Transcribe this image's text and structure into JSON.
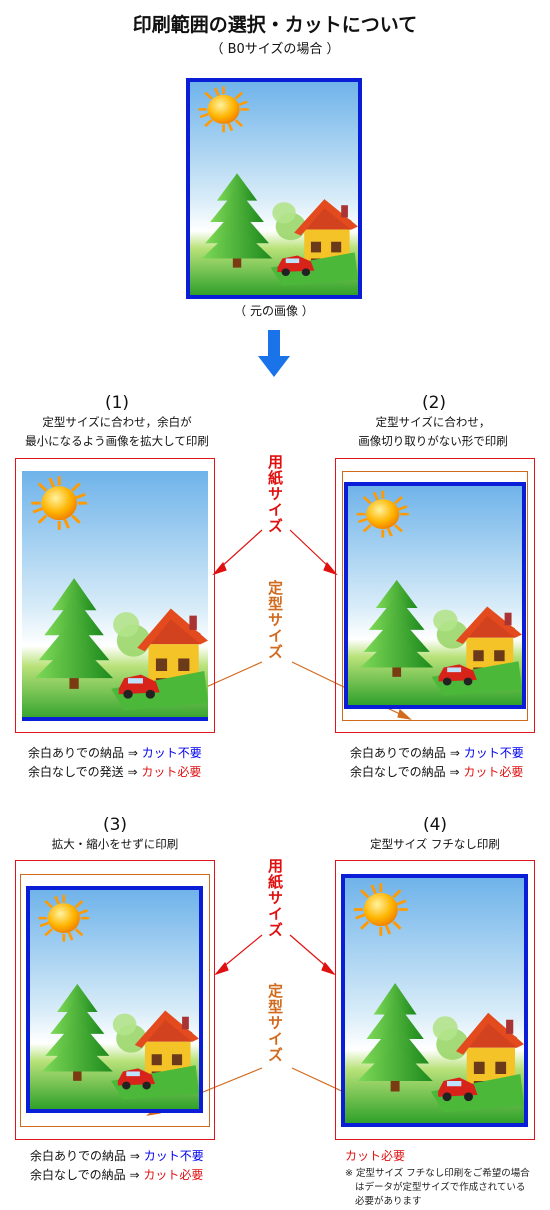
{
  "header": {
    "title": "印刷範囲の選択・カットについて",
    "subtitle": "（ B0サイズの場合 ）"
  },
  "original": {
    "caption": "（ 元の画像 ）"
  },
  "labels": {
    "paper_size": "用紙サイズ",
    "standard_size": "定型サイズ"
  },
  "panels": [
    {
      "number": "(1)",
      "description": [
        "定型サイズに合わせ，余白が",
        "最小になるよう画像を拡大して印刷"
      ],
      "notes": [
        {
          "prefix": "余白ありでの納品 ⇒ ",
          "value": "カット不要",
          "color": "#0000ee"
        },
        {
          "prefix": "余白なしでの発送 ⇒ ",
          "value": "カット必要",
          "color": "#e01010"
        }
      ]
    },
    {
      "number": "(2)",
      "description": [
        "定型サイズに合わせ，",
        "画像切り取りがない形で印刷"
      ],
      "notes": [
        {
          "prefix": "余白ありでの納品 ⇒ ",
          "value": "カット不要",
          "color": "#0000ee"
        },
        {
          "prefix": "余白なしでの納品 ⇒ ",
          "value": "カット必要",
          "color": "#e01010"
        }
      ]
    },
    {
      "number": "(3)",
      "description": [
        "拡大・縮小をせずに印刷"
      ],
      "notes": [
        {
          "prefix": "余白ありでの納品 ⇒ ",
          "value": "カット不要",
          "color": "#0000ee"
        },
        {
          "prefix": "余白なしでの納品 ⇒ ",
          "value": "カット必要",
          "color": "#e01010"
        }
      ]
    },
    {
      "number": "(4)",
      "description": [
        "定型サイズ フチなし印刷"
      ],
      "notes": [
        {
          "prefix": "",
          "value": "カット必要",
          "color": "#e01010"
        }
      ],
      "footnote": [
        "※ 定型サイズ フチなし印刷をご希望の場合",
        "はデータが定型サイズで作成されている",
        "必要があります"
      ]
    }
  ],
  "colors": {
    "paper_frame": "#e0151b",
    "standard_frame": "#d26a1e",
    "image_border": "#0a1ed8",
    "arrow_down": "#1a73e8"
  }
}
